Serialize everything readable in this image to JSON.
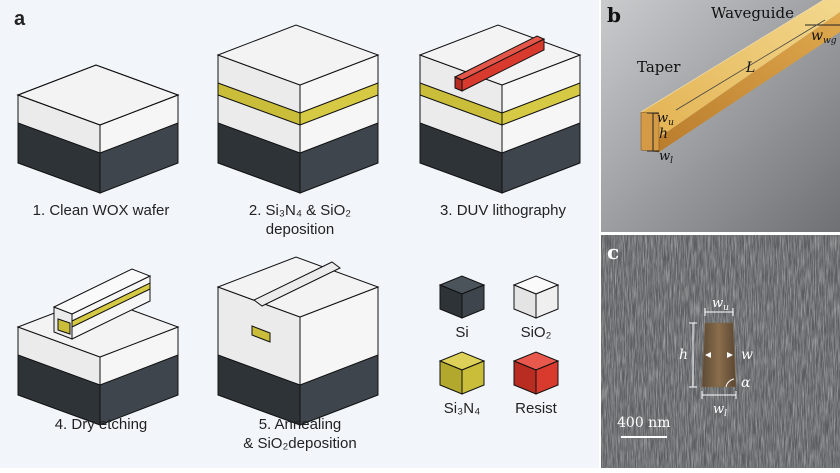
{
  "panel_a": {
    "label": "a",
    "steps": [
      {
        "caption": [
          "1. Clean WOX wafer"
        ]
      },
      {
        "caption": [
          "2. Si₃N₄ & SiO₂",
          "deposition"
        ]
      },
      {
        "caption": [
          "3. DUV lithography"
        ]
      },
      {
        "caption": [
          "4. Dry etching"
        ]
      },
      {
        "caption": [
          "5. Annealing",
          "& SiO₂deposition"
        ]
      }
    ],
    "legend": [
      {
        "label": "Si",
        "color": "#3a4148"
      },
      {
        "label": "SiO₂",
        "color": "#efefef"
      },
      {
        "label": "Si₃N₄",
        "color": "#c9bd3a"
      },
      {
        "label": "Resist",
        "color": "#d83a2e"
      }
    ]
  },
  "panel_b": {
    "label": "b",
    "waveguide_label": "Waveguide",
    "taper_label": "Taper",
    "wwg_label": "w",
    "wwg_sub": "wg",
    "L_label": "L",
    "wu_label": "w",
    "wu_sub": "u",
    "h_label": "h",
    "wl_label": "w",
    "wl_sub": "l"
  },
  "panel_c": {
    "label": "c",
    "wu_label": "w",
    "wu_sub": "u",
    "h_label": "h",
    "w_label": "w",
    "alpha_label": "α",
    "wl_label": "w",
    "wl_sub": "l",
    "scalebar_label": "400 nm"
  }
}
